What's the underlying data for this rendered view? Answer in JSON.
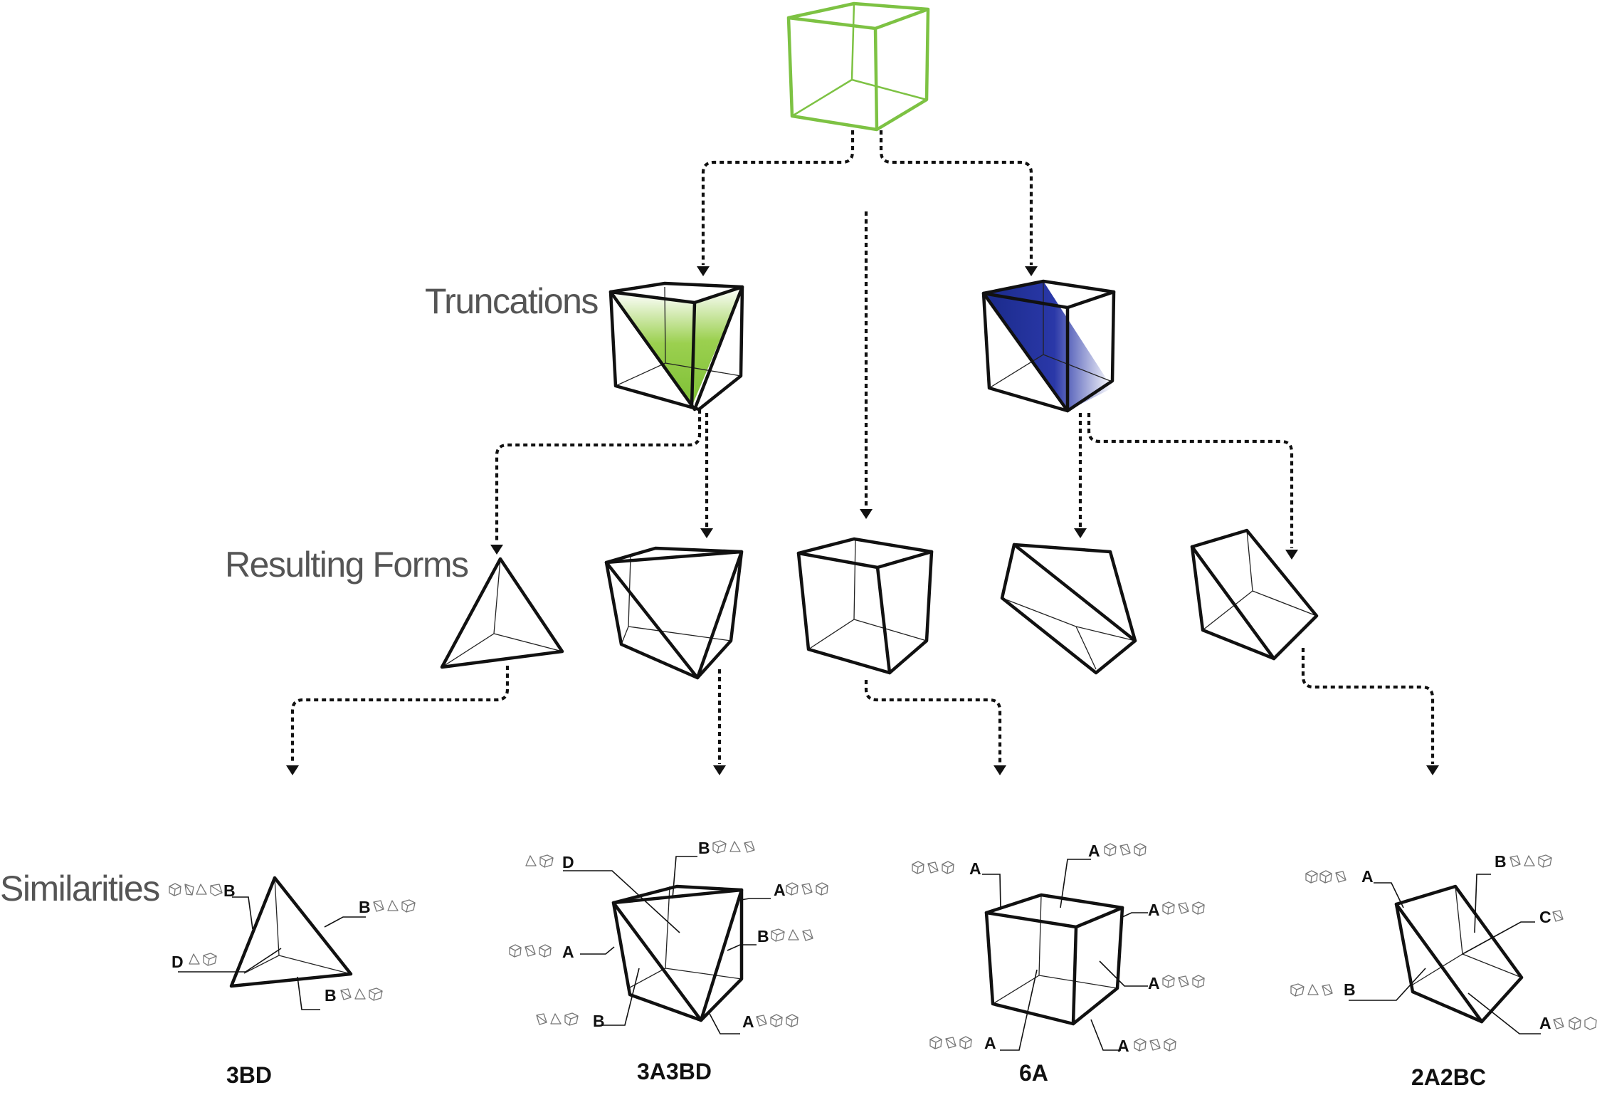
{
  "sections": {
    "truncations": "Truncations",
    "resulting_forms": "Resulting Forms",
    "similarities": "Similarities"
  },
  "colors": {
    "source_cube": "#7dc243",
    "green_truncation": "#8cc63f",
    "blue_truncation": "#1f2a8c"
  },
  "forms": {
    "tetrahedron": {
      "code": "3BD",
      "labels": [
        "B",
        "B",
        "D",
        "B"
      ]
    },
    "truncated_cube": {
      "code": "3A3BD",
      "labels": [
        "D",
        "B",
        "A",
        "B",
        "A",
        "B",
        "A"
      ]
    },
    "cube": {
      "code": "6A",
      "labels": [
        "A",
        "A",
        "A",
        "A",
        "A",
        "A"
      ]
    },
    "prism": {
      "code": "2A2BC",
      "labels": [
        "A",
        "B",
        "C",
        "B",
        "A"
      ]
    }
  }
}
